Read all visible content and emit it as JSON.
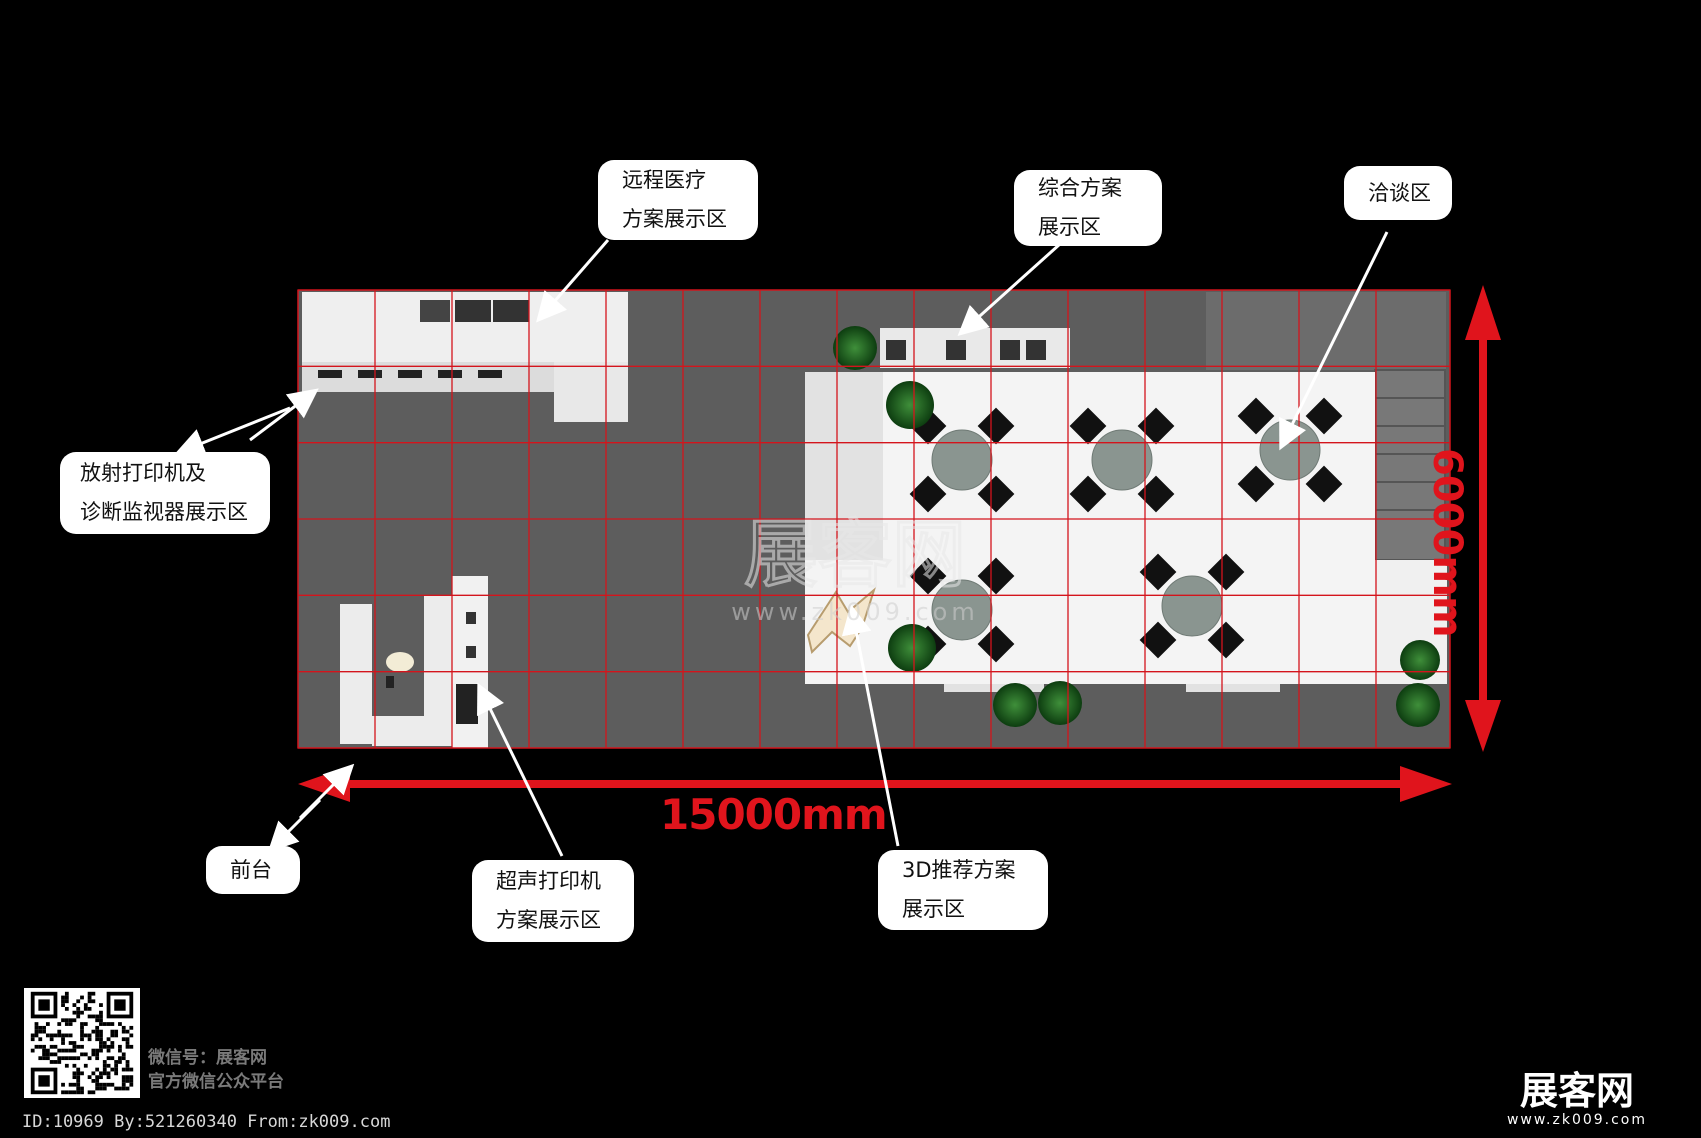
{
  "callouts": {
    "remote_medical": [
      "远程医疗",
      "方案展示区"
    ],
    "integrated_solution": [
      "综合方案",
      "展示区"
    ],
    "negotiation": [
      "洽谈区"
    ],
    "radiology_printer": [
      "放射打印机及",
      "诊断监视器展示区"
    ],
    "front_desk": [
      "前台"
    ],
    "ultrasound_printer": [
      "超声打印机",
      "方案展示区"
    ],
    "recommended_3d": [
      "3D推荐方案",
      "展示区"
    ]
  },
  "dimensions": {
    "width_label": "15000mm",
    "height_label": "6000mm"
  },
  "footer": {
    "wechat_line1": "微信号：展客网",
    "wechat_line2": "官方微信公众平台",
    "id_line": "ID:10969 By:521260340 From:zk009.com"
  },
  "brand": {
    "logo_text": "展客网",
    "logo_url": "www.zk009.com"
  },
  "watermark": {
    "text": "展客网",
    "url": "www.zk009.com"
  },
  "colors": {
    "background": "#000000",
    "floor": "#5a5a5a",
    "grid": "#d4141c",
    "dimension": "#e0141c",
    "callout_bg": "#ffffff",
    "booth_white": "#f2f2f2"
  },
  "grid": {
    "columns": 15,
    "rows": 6
  }
}
